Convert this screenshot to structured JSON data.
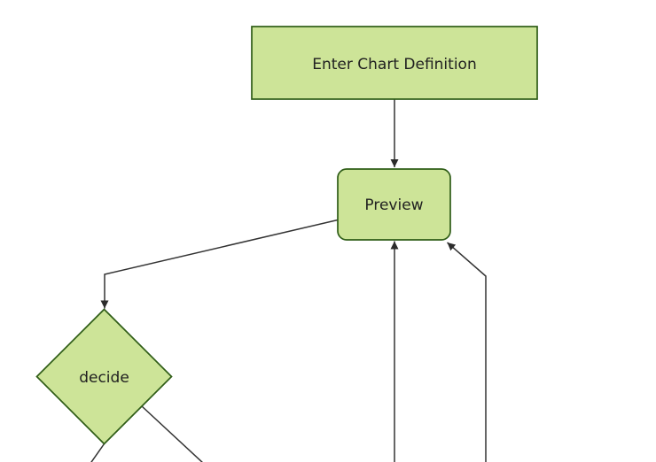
{
  "diagram": {
    "kind": "flowchart",
    "orientation": "top-down",
    "nodes": [
      {
        "id": "enter-chart-definition",
        "label": "Enter Chart Definition",
        "shape": "rectangle"
      },
      {
        "id": "preview",
        "label": "Preview",
        "shape": "rounded-rectangle"
      },
      {
        "id": "decide",
        "label": "decide",
        "shape": "diamond"
      }
    ],
    "edges": [
      {
        "from": "enter-chart-definition",
        "to": "preview",
        "arrow": true
      },
      {
        "from": "preview",
        "to": "decide",
        "arrow": true
      },
      {
        "from": "offscreen-bottom-center",
        "to": "preview",
        "arrow": true
      },
      {
        "from": "offscreen-bottom-right",
        "to": "preview",
        "arrow": true
      },
      {
        "from": "decide",
        "to": "offscreen-bottom-left",
        "arrow": false
      },
      {
        "from": "decide",
        "to": "offscreen-bottom-right",
        "arrow": false
      }
    ]
  },
  "colors": {
    "background": "#ffffff",
    "node_fill": "#cde498",
    "node_border": "#2f5d17",
    "edge_line": "#333333",
    "arrowhead_fill": "#2b2b2b",
    "label_text": "#212121"
  }
}
